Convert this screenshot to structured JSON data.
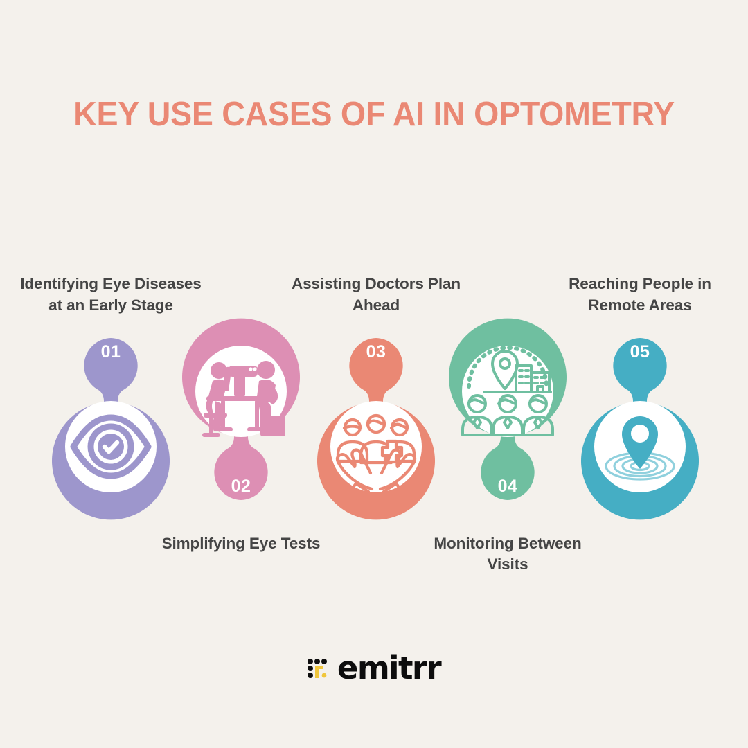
{
  "background_color": "#f4f1ec",
  "header": {
    "title": "KEY USE CASES OF AI IN OPTOMETRY",
    "title_color": "#ea8874"
  },
  "label_color": "#454545",
  "items": [
    {
      "number": "01",
      "label": "Identifying Eye Diseases at an Early Stage",
      "color": "#9d96cc",
      "badge_position": "top",
      "label_position": "above",
      "icon": "eye-check-icon"
    },
    {
      "number": "02",
      "label": "Simplifying Eye Tests",
      "color": "#dd8fb4",
      "badge_position": "bottom",
      "label_position": "below",
      "icon": "eye-exam-slit-lamp-icon"
    },
    {
      "number": "03",
      "label": "Assisting Doctors Plan Ahead",
      "color": "#ea8874",
      "badge_position": "top",
      "label_position": "above",
      "icon": "people-medical-cross-hands-icon"
    },
    {
      "number": "04",
      "label": "Monitoring Between Visits",
      "color": "#6fbfa0",
      "badge_position": "bottom",
      "label_position": "below",
      "icon": "location-pin-buildings-people-icon"
    },
    {
      "number": "05",
      "label": "Reaching People in Remote Areas",
      "color": "#45aec4",
      "badge_position": "top",
      "label_position": "above",
      "icon": "map-pin-ripple-icon"
    }
  ],
  "footer": {
    "logo_text": "emitrr",
    "logo_mark_dot_color": "#0d0d0d",
    "logo_mark_accent_color": "#f0c63c"
  }
}
